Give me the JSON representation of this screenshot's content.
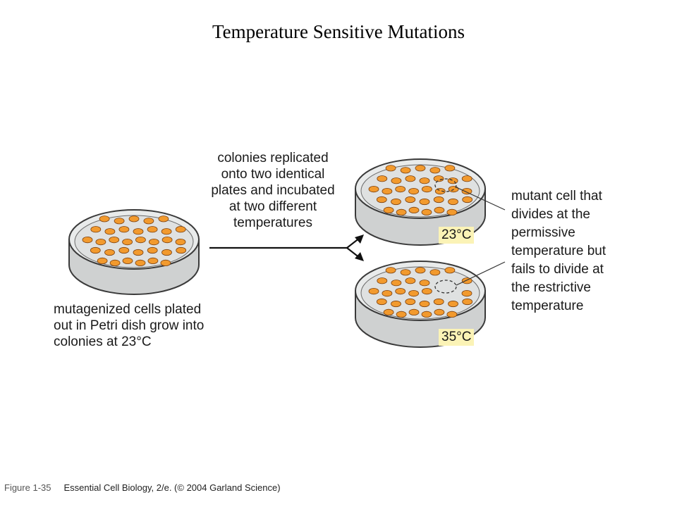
{
  "title": "Temperature Sensitive Mutations",
  "labels": {
    "replicated": [
      "colonies replicated",
      "onto two identical",
      "plates and incubated",
      "at two different",
      "temperatures"
    ],
    "mutagenized": [
      "mutagenized cells plated",
      "out in Petri dish grow into",
      "colonies at 23°C"
    ],
    "mutant": [
      "mutant cell that",
      "divides at the",
      "permissive",
      "temperature but",
      "fails to divide at",
      "the restrictive",
      "temperature"
    ]
  },
  "temperatures": {
    "upper": "23°C",
    "lower": "35°C"
  },
  "caption": {
    "figure": "Figure 1-35",
    "text": "Essential Cell Biology, 2/e. (© 2004 Garland Science)"
  },
  "colors": {
    "colony": "#f29a2e",
    "colony_outline": "#7a3f0f",
    "dish_fill": "#cfd1d1",
    "dish_rim": "#3a3a3a",
    "temp_box": "#fbf3b6"
  }
}
